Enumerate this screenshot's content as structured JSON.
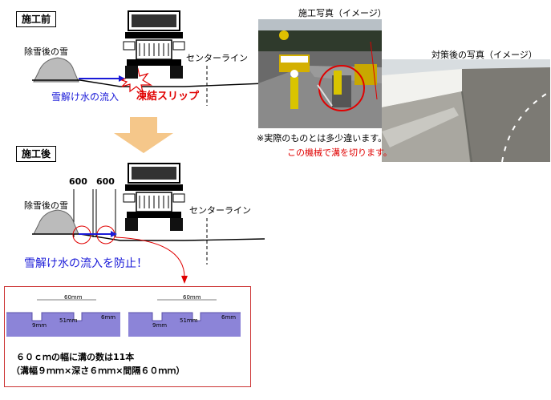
{
  "before": {
    "title": "施工前",
    "snow_label": "除雪後の雪",
    "center_line": "センターライン",
    "flow_label": "雪解け水の流入",
    "danger_label": "凍結スリップ"
  },
  "after": {
    "title": "施工後",
    "snow_label": "除雪後の雪",
    "center_line": "センターライン",
    "dim1": "600",
    "dim2": "600",
    "prevent_label": "雪解け水の流入を防止！"
  },
  "photos": {
    "construction_caption": "施工写真（イメージ）",
    "after_caption": "対策後の写真（イメージ）",
    "note": "※実際のものとは多少違います。",
    "machine_note": "この機械で溝を切ります。"
  },
  "cross_section": {
    "dim_top_1": "60mm",
    "dim_top_2": "60mm",
    "dim_9a": "9mm",
    "dim_51a": "51mm",
    "dim_6a": "6mm",
    "dim_9b": "9mm",
    "dim_51b": "51mm",
    "dim_6b": "6mm",
    "line1": "６０ｃｍの幅に溝の数は11本",
    "line2": "（溝幅９ｍｍ×深さ６ｍｍ×間隔６０ｍｍ）"
  },
  "colors": {
    "flow_arrow": "#1a1ad8",
    "danger": "#e00000",
    "section_fill": "#8c84d8",
    "down_arrow": "#f5c78a"
  }
}
